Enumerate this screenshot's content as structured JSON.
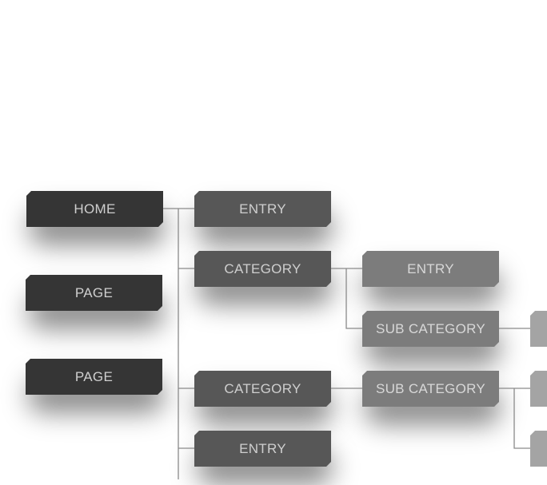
{
  "colors": {
    "root_node": "#353535",
    "level1_node": "#575757",
    "level2_node": "#7c7c7c",
    "level3_node": "#a4a4a4",
    "connector": "#8a8a8a",
    "label": "#cfcfcf"
  },
  "nodes": {
    "home": "HOME",
    "page_1": "PAGE",
    "page_2": "PAGE",
    "entry_1": "ENTRY",
    "category_1": "CATEGORY",
    "category_1_entry": "ENTRY",
    "category_1_subcategory": "SUB CATEGORY",
    "category_2": "CATEGORY",
    "category_2_subcategory": "SUB CATEGORY",
    "entry_2": "ENTRY"
  }
}
